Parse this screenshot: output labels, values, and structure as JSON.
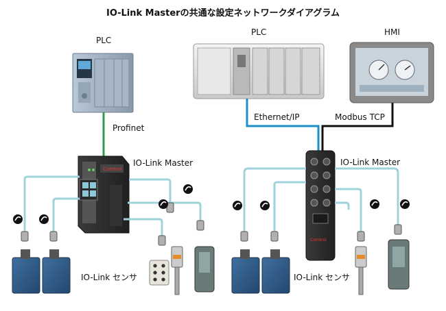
{
  "title": "IO-Link Masterの共通な設定ネットワークダイアグラム",
  "left": {
    "plc_label": "PLC",
    "network_label": "Profinet",
    "master_label": "IO-Link Master",
    "sensor_label": "IO-Link センサ"
  },
  "right": {
    "plc_label": "PLC",
    "hmi_label": "HMI",
    "ethernet_label": "Ethernet/IP",
    "modbus_label": "Modbus TCP",
    "master_label": "IO-Link Master",
    "sensor_label": "IO-Link センサ"
  },
  "colors": {
    "profinet_cable": "#2e9b4e",
    "ethernet_cable": "#1d8fc7",
    "modbus_cable": "#111111",
    "iolink_cable": "#9fd3dc",
    "sensor_body": "#2f5d8c"
  }
}
